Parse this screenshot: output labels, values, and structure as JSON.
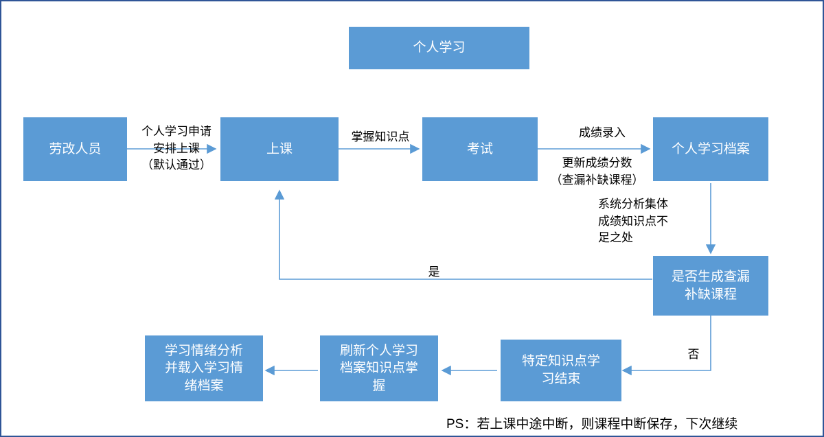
{
  "diagram": {
    "title_node": "个人学习",
    "colors": {
      "node_fill": "#5b9bd5",
      "node_text": "#ffffff",
      "arrow": "#5b9bd5",
      "border": "#2f5597",
      "label_text": "#000000"
    },
    "nodes": [
      {
        "id": "personal-study",
        "label": "个人学习"
      },
      {
        "id": "reform-personnel",
        "label": "劳改人员"
      },
      {
        "id": "attend-class",
        "label": "上课"
      },
      {
        "id": "exam",
        "label": "考试"
      },
      {
        "id": "personal-study-file",
        "label": "个人学习档案"
      },
      {
        "id": "generate-remedial-course",
        "label": "是否生成查漏\n补缺课程"
      },
      {
        "id": "specific-knowledge-end",
        "label": "特定知识点学\n习结束"
      },
      {
        "id": "refresh-file-knowledge",
        "label": "刷新个人学习\n档案知识点掌\n握"
      },
      {
        "id": "emotion-analysis",
        "label": "学习情绪分析\n并载入学习情\n绪档案"
      }
    ],
    "edge_labels": [
      {
        "id": "apply-arrange",
        "text": "个人学习申请\n安排上课\n（默认通过）"
      },
      {
        "id": "master-knowledge",
        "text": "掌握知识点"
      },
      {
        "id": "score-entry",
        "text": "成绩录入"
      },
      {
        "id": "update-score",
        "text": "更新成绩分数\n（查漏补缺课程）"
      },
      {
        "id": "system-analysis",
        "text": "系统分析集体\n成绩知识点不\n足之处"
      },
      {
        "id": "yes",
        "text": "是"
      },
      {
        "id": "no",
        "text": "否"
      }
    ],
    "footer_note": "PS：若上课中途中断，则课程中断保存，下次继续"
  }
}
